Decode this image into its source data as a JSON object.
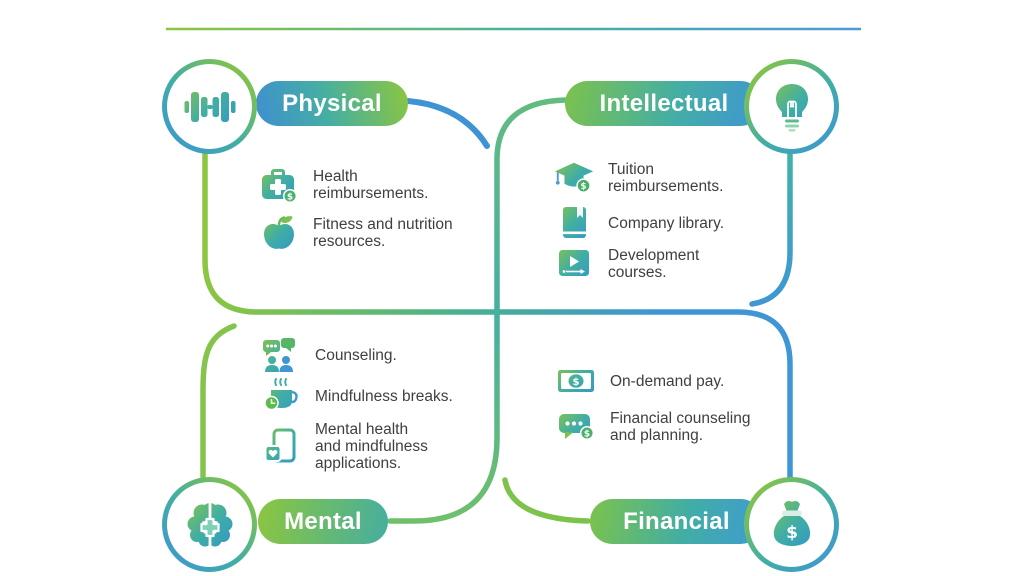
{
  "palette": {
    "green": "#8CC63F",
    "blue": "#3E96D4",
    "teal": "#41AEA4",
    "text": "#3E4041",
    "badge_green": "#49B06B"
  },
  "quadrants": [
    {
      "id": "physical",
      "label": "Physical",
      "circle_icon": "dumbbell-icon",
      "items": [
        {
          "icon": "first-aid-kit-icon",
          "text": "Health\nreimbursements."
        },
        {
          "icon": "apple-icon",
          "text": "Fitness and nutrition\nresources."
        }
      ]
    },
    {
      "id": "intellectual",
      "label": "Intellectual",
      "circle_icon": "lightbulb-icon",
      "items": [
        {
          "icon": "graduation-cap-icon",
          "text": "Tuition\nreimbursements."
        },
        {
          "icon": "book-icon",
          "text": "Company library."
        },
        {
          "icon": "video-course-icon",
          "text": "Development\ncourses."
        }
      ]
    },
    {
      "id": "mental",
      "label": "Mental",
      "circle_icon": "brain-icon",
      "items": [
        {
          "icon": "counseling-chat-icon",
          "text": "Counseling."
        },
        {
          "icon": "coffee-break-icon",
          "text": "Mindfulness breaks."
        },
        {
          "icon": "phone-heart-icon",
          "text": "Mental health\nand mindfulness\napplications."
        }
      ]
    },
    {
      "id": "financial",
      "label": "Financial",
      "circle_icon": "money-bag-icon",
      "items": [
        {
          "icon": "banknote-icon",
          "text": "On-demand pay."
        },
        {
          "icon": "chat-dollar-icon",
          "text": "Financial counseling\nand planning."
        }
      ]
    }
  ]
}
